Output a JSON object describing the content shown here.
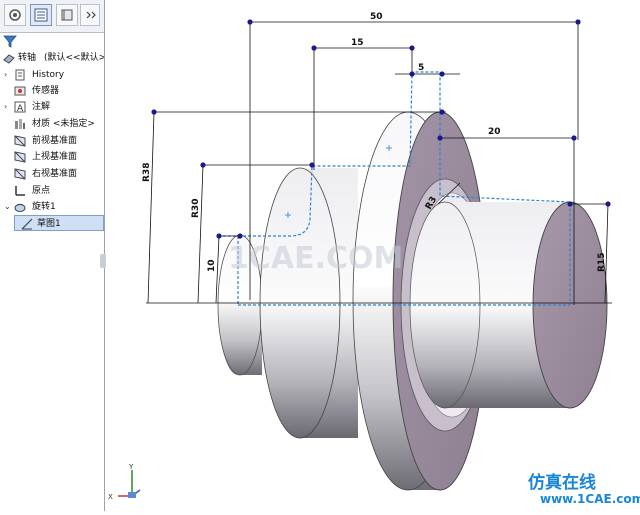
{
  "feature_manager": {
    "tabs": [
      "feature-tree-icon",
      "property-icon",
      "config-icon"
    ],
    "part_name": "转轴",
    "config_text": "(默认<<默认>_",
    "items": [
      {
        "label": "History",
        "icon": "history-icon",
        "expandable": true
      },
      {
        "label": "传感器",
        "icon": "sensor-icon",
        "expandable": false
      },
      {
        "label": "注解",
        "icon": "annotation-icon",
        "expandable": true
      },
      {
        "label": "材质 <未指定>",
        "icon": "material-icon",
        "expandable": false
      },
      {
        "label": "前视基准面",
        "icon": "plane-icon",
        "expandable": false
      },
      {
        "label": "上视基准面",
        "icon": "plane-icon",
        "expandable": false
      },
      {
        "label": "右视基准面",
        "icon": "plane-icon",
        "expandable": false
      },
      {
        "label": "原点",
        "icon": "origin-icon",
        "expandable": false
      },
      {
        "label": "旋转1",
        "icon": "revolve-icon",
        "expandable": true
      }
    ],
    "sketch_item": {
      "label": "草图1",
      "icon": "sketch-icon"
    }
  },
  "graphics": {
    "dimensions": {
      "overall_length": "50",
      "step_length": "15",
      "flange_thickness": "5",
      "shaft_length": "20",
      "radius_flange": "R38",
      "radius_mid": "R30",
      "radius_small": "10",
      "fillet": "R3",
      "radius_right": "R15"
    },
    "watermark": "1CAE.COM",
    "colors": {
      "dimension_line": "#111111",
      "dim_point": "#1a1a8c",
      "sketch_dash": "#2e80d0",
      "face_light": "#f2f2f4",
      "face_shadow": "#6d6b73",
      "flange_face": "#9b8c9d"
    },
    "axis_labels": {
      "x": "X",
      "y": "Y"
    }
  },
  "branding": {
    "name": "仿真在线",
    "url": "www.1CAE.com"
  }
}
